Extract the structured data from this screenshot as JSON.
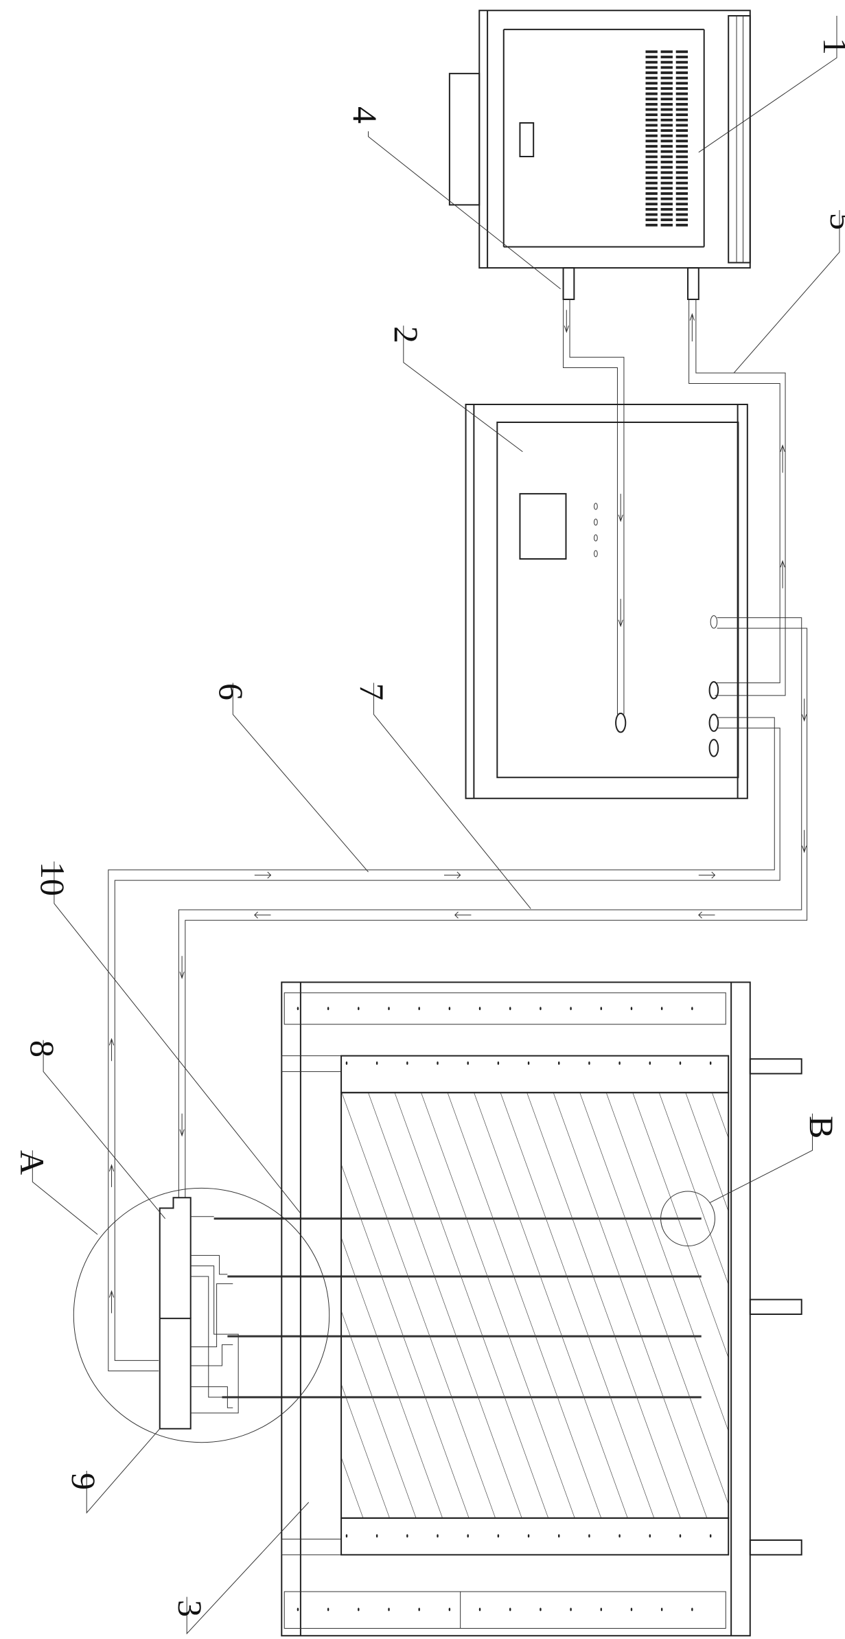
{
  "figure": {
    "labels": {
      "device_1": "1",
      "controller_2": "2",
      "container_3": "3",
      "pipe_4": "4",
      "pipe_5": "5",
      "pipe_6": "6",
      "pipe_7": "7",
      "manifold_8": "8",
      "manifold_9": "9",
      "rod_10": "10",
      "detail_A": "A",
      "detail_B": "B"
    },
    "line_color": "#222222",
    "background": "#ffffff"
  }
}
